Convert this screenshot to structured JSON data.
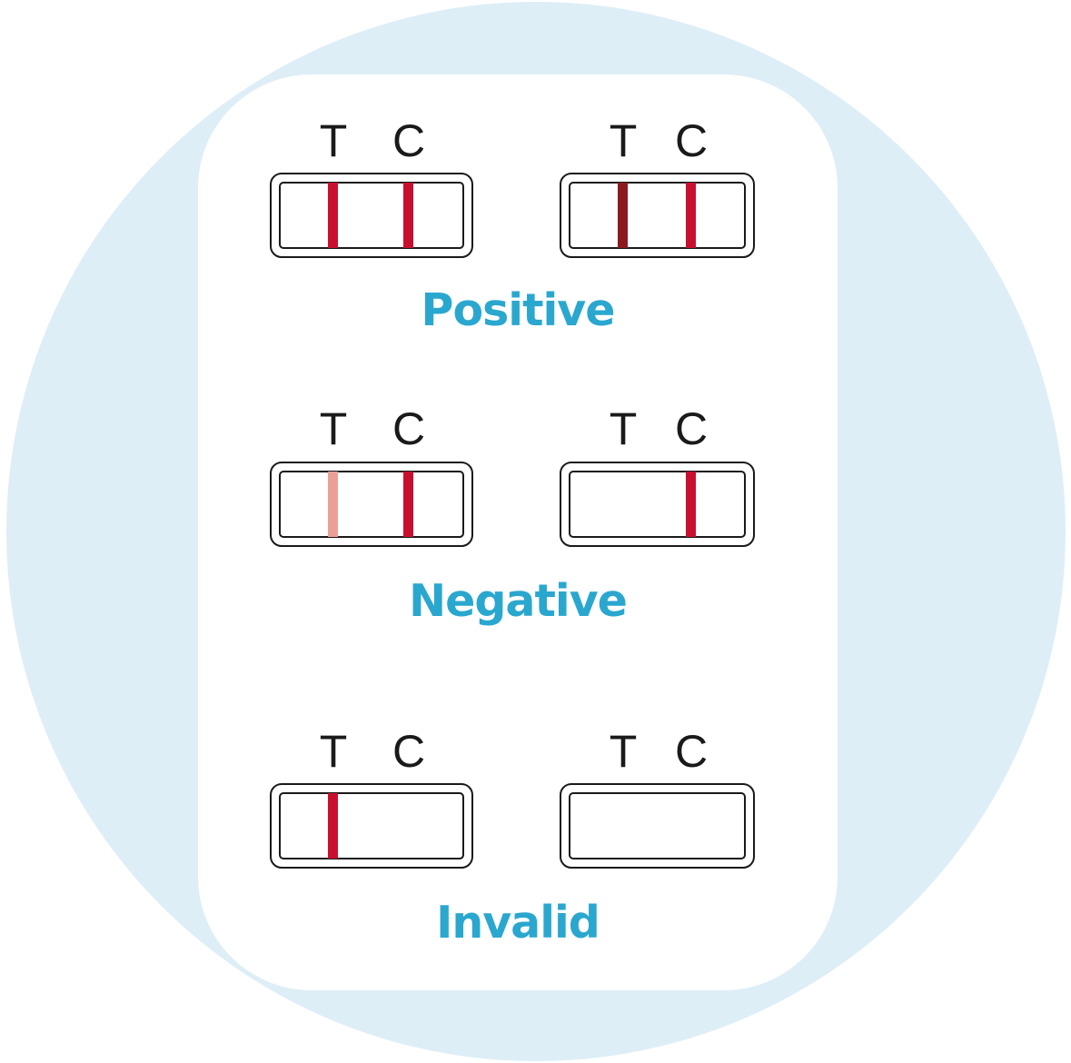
{
  "colors": {
    "background_circle": "#deeef7",
    "card": "#ffffff",
    "label": "#2aa7cf",
    "line_red": "#c8102e",
    "line_dark_red": "#8b1a1f",
    "line_faint": "#eba096",
    "outline": "#1a1a1a"
  },
  "groups": [
    {
      "label": "Positive",
      "tests": [
        {
          "t_letter": "T",
          "c_letter": "C",
          "t_line": "red",
          "c_line": "red"
        },
        {
          "t_letter": "T",
          "c_letter": "C",
          "t_line": "dark-red",
          "c_line": "red"
        }
      ]
    },
    {
      "label": "Negative",
      "tests": [
        {
          "t_letter": "T",
          "c_letter": "C",
          "t_line": "faint",
          "c_line": "red"
        },
        {
          "t_letter": "T",
          "c_letter": "C",
          "t_line": "none",
          "c_line": "red"
        }
      ]
    },
    {
      "label": "Invalid",
      "tests": [
        {
          "t_letter": "T",
          "c_letter": "C",
          "t_line": "red",
          "c_line": "none"
        },
        {
          "t_letter": "T",
          "c_letter": "C",
          "t_line": "none",
          "c_line": "none"
        }
      ]
    }
  ]
}
